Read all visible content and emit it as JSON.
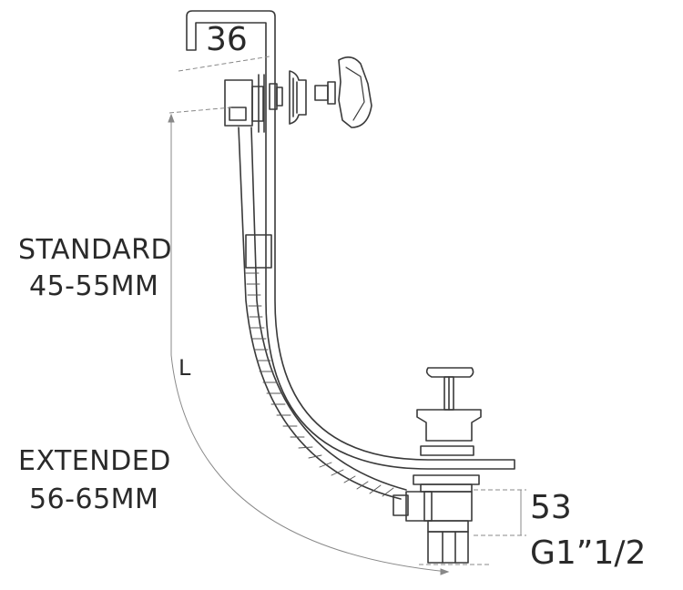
{
  "labels": {
    "top_width": "36",
    "standard_title": "STANDARD",
    "standard_range": "45-55MM",
    "length": "L",
    "extended_title": "EXTENDED",
    "extended_range": "56-65MM",
    "waste_height": "53",
    "thread": "G1”1/2"
  },
  "colors": {
    "line": "#3a3a3a",
    "dim_line": "#888888",
    "text": "#2a2a2a"
  }
}
